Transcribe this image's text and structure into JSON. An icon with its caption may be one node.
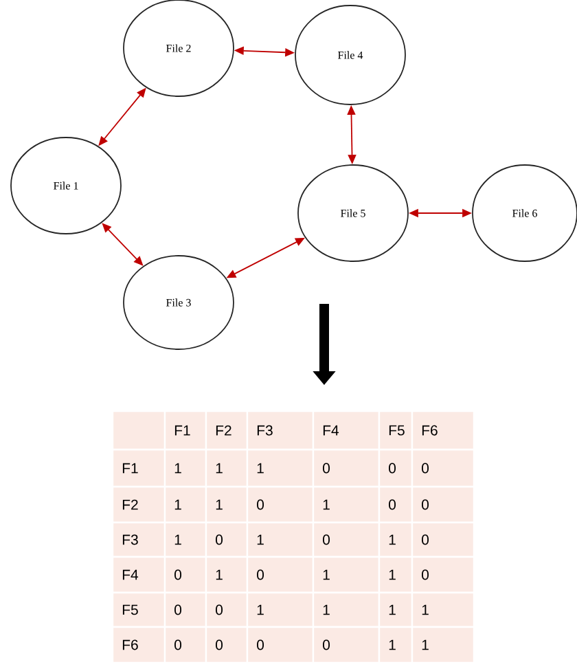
{
  "diagram": {
    "nodes": [
      {
        "text": [
          "File 1"
        ]
      },
      {
        "text": [
          "File 2"
        ]
      },
      {
        "text": [
          "File 3"
        ]
      },
      {
        "text": [
          "File 4"
        ]
      },
      {
        "text": [
          "File 5"
        ]
      },
      {
        "text": [
          "File 6"
        ]
      }
    ],
    "edges": [
      {
        "from": 0,
        "to": 1,
        "arrow": "both"
      },
      {
        "from": 1,
        "to": 3,
        "arrow": "both"
      },
      {
        "from": 3,
        "to": 4,
        "arrow": "both"
      },
      {
        "from": 0,
        "to": 2,
        "arrow": "both"
      },
      {
        "from": 2,
        "to": 4,
        "arrow": "both"
      },
      {
        "from": 4,
        "to": 5,
        "arrow": "both"
      }
    ],
    "labels": [
      "F1",
      "F2",
      "F3",
      "F4",
      "F5",
      "F6",
      "F1",
      "1",
      "1",
      "1",
      "0",
      "0",
      "0",
      "F2",
      "1",
      "1",
      "0",
      "1",
      "0",
      "0",
      "F3",
      "1",
      "0",
      "1",
      "0",
      "1",
      "0",
      "F4",
      "0",
      "1",
      "0",
      "1",
      "1",
      "0",
      "F5",
      "0",
      "0",
      "1",
      "1",
      "1",
      "1",
      "F6",
      "0",
      "0",
      "0",
      "0",
      "1",
      "1"
    ]
  }
}
